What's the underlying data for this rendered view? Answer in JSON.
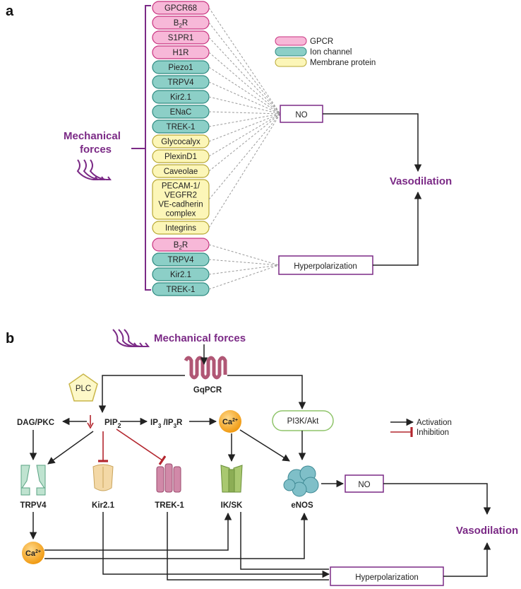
{
  "panel_a": {
    "label": "a",
    "stimulus": [
      "Mechanical",
      "forces"
    ],
    "sensors_no": [
      {
        "label": "GPCR68",
        "kind": "gpcr"
      },
      {
        "label": "B2R",
        "kind": "gpcr"
      },
      {
        "label": "S1PR1",
        "kind": "gpcr"
      },
      {
        "label": "H1R",
        "kind": "gpcr"
      },
      {
        "label": "Piezo1",
        "kind": "ion"
      },
      {
        "label": "TRPV4",
        "kind": "ion"
      },
      {
        "label": "Kir2.1",
        "kind": "ion"
      },
      {
        "label": "ENaC",
        "kind": "ion"
      },
      {
        "label": "TREK-1",
        "kind": "ion"
      },
      {
        "label": "Glycocalyx",
        "kind": "membrane"
      },
      {
        "label": "PlexinD1",
        "kind": "membrane"
      },
      {
        "label": "Caveolae",
        "kind": "membrane"
      },
      {
        "label": "PECAM-1/\nVEGFR2\nVE-cadherin\ncomplex",
        "kind": "membrane"
      },
      {
        "label": "Integrins",
        "kind": "membrane"
      }
    ],
    "sensors_hyper": [
      {
        "label": "B2R",
        "kind": "gpcr"
      },
      {
        "label": "TRPV4",
        "kind": "ion"
      },
      {
        "label": "Kir2.1",
        "kind": "ion"
      },
      {
        "label": "TREK-1",
        "kind": "ion"
      }
    ],
    "legend": [
      {
        "label": "GPCR",
        "kind": "gpcr"
      },
      {
        "label": "Ion channel",
        "kind": "ion"
      },
      {
        "label": "Membrane protein",
        "kind": "membrane"
      }
    ],
    "no_label": "NO",
    "hyper_label": "Hyperpolarization",
    "outcome": "Vasodilation"
  },
  "panel_b": {
    "label": "b",
    "stimulus": "Mechanical forces",
    "receptor": "GqPCR",
    "plc": "PLC",
    "dag": "DAG/PKC",
    "pip": "PIP",
    "pip_sub": "2",
    "ip3_a": "IP",
    "ip3_sub": "3",
    "ip3_b": " /IP",
    "ip3r_sub": "3",
    "ip3_c": "R",
    "ca": "Ca",
    "ca_sup": "2+",
    "pi3k": "PI3K/Akt",
    "channels": {
      "trpv4": "TRPV4",
      "kir": "Kir2.1",
      "trek": "TREK-1",
      "iksk": "IK/SK",
      "enos": "eNOS"
    },
    "no_label": "NO",
    "hyper_label": "Hyperpolarization",
    "outcome": "Vasodilation",
    "legend": {
      "activation": "Activation",
      "inhibition": "Inhibition"
    }
  },
  "colors": {
    "gpcr_fill": "#f7b8d8",
    "gpcr_stroke": "#c8327f",
    "ion_fill": "#8ccfc7",
    "ion_stroke": "#2d8a80",
    "membrane_fill": "#fcf6b8",
    "membrane_stroke": "#b8a834",
    "accent": "#7b2a86",
    "inhibition": "#b3262e"
  }
}
